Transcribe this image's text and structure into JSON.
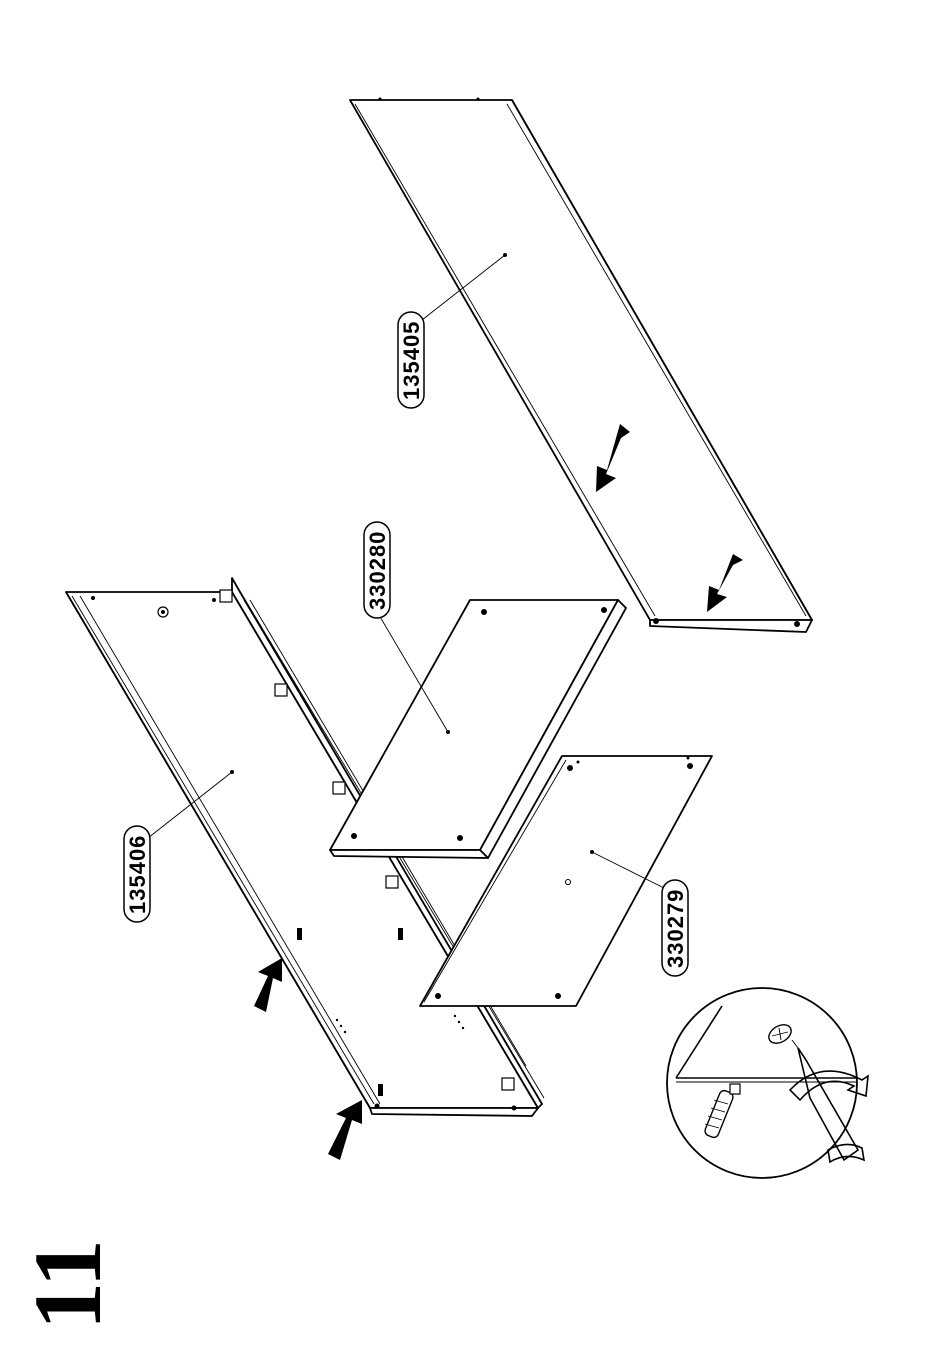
{
  "step": {
    "number": "11"
  },
  "parts": [
    {
      "id": "board-135405",
      "code": "135405"
    },
    {
      "id": "board-135406",
      "code": "135406"
    },
    {
      "id": "board-330280",
      "code": "330280"
    },
    {
      "id": "board-330279",
      "code": "330279"
    }
  ],
  "detail": {
    "icon": "screwdriver-tightening-icon"
  }
}
